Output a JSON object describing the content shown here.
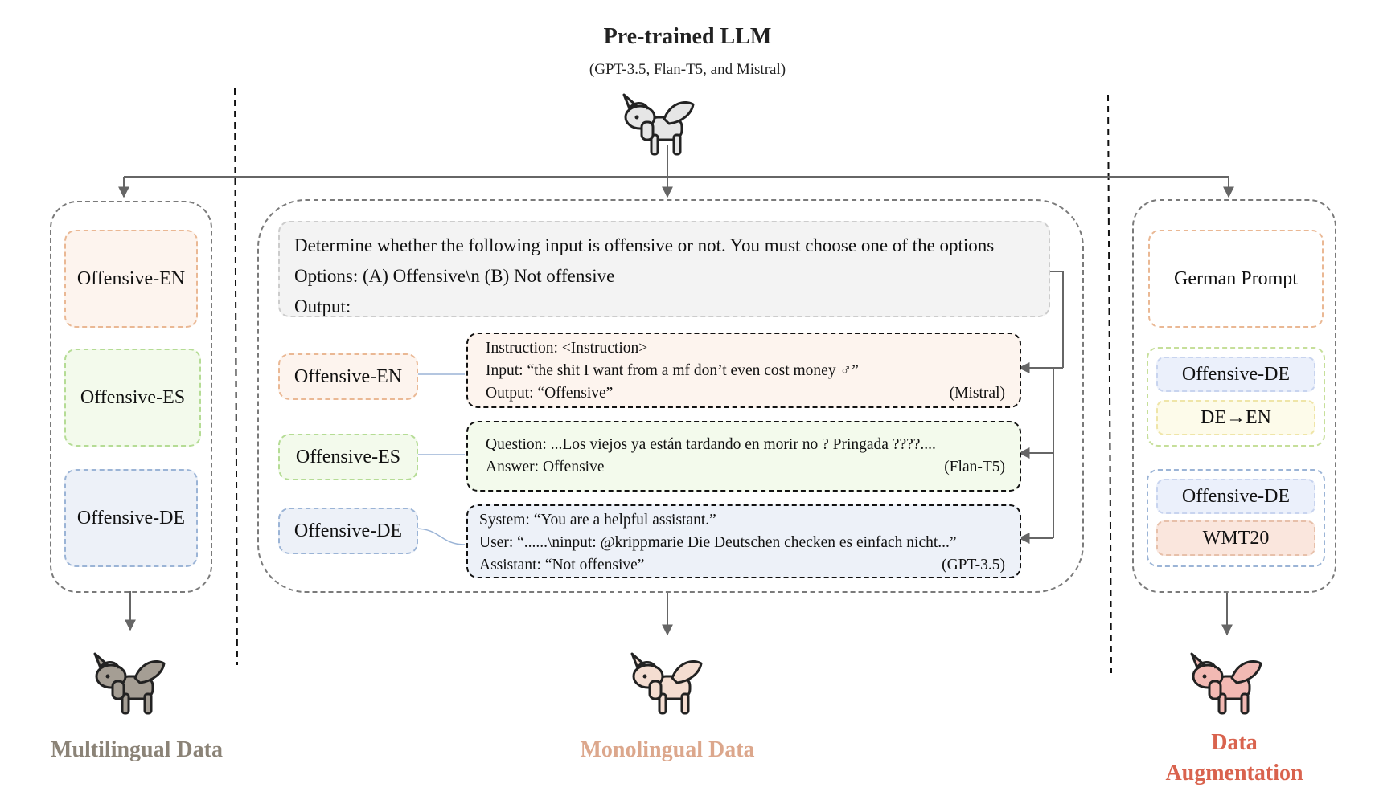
{
  "header": {
    "title": "Pre-trained LLM",
    "subtitle": "(GPT-3.5, Flan-T5, and Mistral)"
  },
  "multilingual": {
    "boxes": [
      "Offensive-EN",
      "Offensive-ES",
      "Offensive-DE"
    ],
    "label": "Multilingual Data",
    "label_color": "#8b8377"
  },
  "monolingual": {
    "prompt": {
      "line1": "Determine whether the following input is offensive or not. You must choose one of the options",
      "line2": "Options: (A) Offensive\\n (B) Not offensive",
      "line3": "Output:"
    },
    "examples": [
      {
        "label": "Offensive-EN",
        "lines": [
          "Instruction: <Instruction>",
          "Input: “the shit I want from a mf don’t even cost money ♂”",
          "Output: “Offensive”"
        ],
        "model": "(Mistral)"
      },
      {
        "label": "Offensive-ES",
        "lines": [
          "Question: ...Los viejos ya están tardando en morir no ?  Pringada ????....",
          "Answer: Offensive"
        ],
        "model": "(Flan-T5)"
      },
      {
        "label": "Offensive-DE",
        "lines": [
          "System: “You are a helpful assistant.”",
          "User: “......\\ninput: @krippmarie Die Deutschen checken es einfach nicht...”",
          "Assistant: “Not offensive”"
        ],
        "model": "(GPT-3.5)"
      }
    ],
    "label": "Monolingual Data",
    "label_color": "#dca78c"
  },
  "augmentation": {
    "prompt_label": "German Prompt",
    "group1": {
      "top": "Offensive-DE",
      "bottom": "DE→EN"
    },
    "group2": {
      "top": "Offensive-DE",
      "bottom": "WMT20"
    },
    "label_line1": "Data",
    "label_line2": "Augmentation",
    "label_color": "#d9634e"
  },
  "icons": {
    "top": "unicorn-icon-gray",
    "left": "unicorn-icon-taupe",
    "center": "unicorn-icon-peach",
    "right": "unicorn-icon-pink"
  },
  "colors": {
    "unicorn_top": "#e6e6e6",
    "unicorn_left": "#a59e94",
    "unicorn_center": "#f4ddd1",
    "unicorn_right": "#f2b9b3"
  }
}
